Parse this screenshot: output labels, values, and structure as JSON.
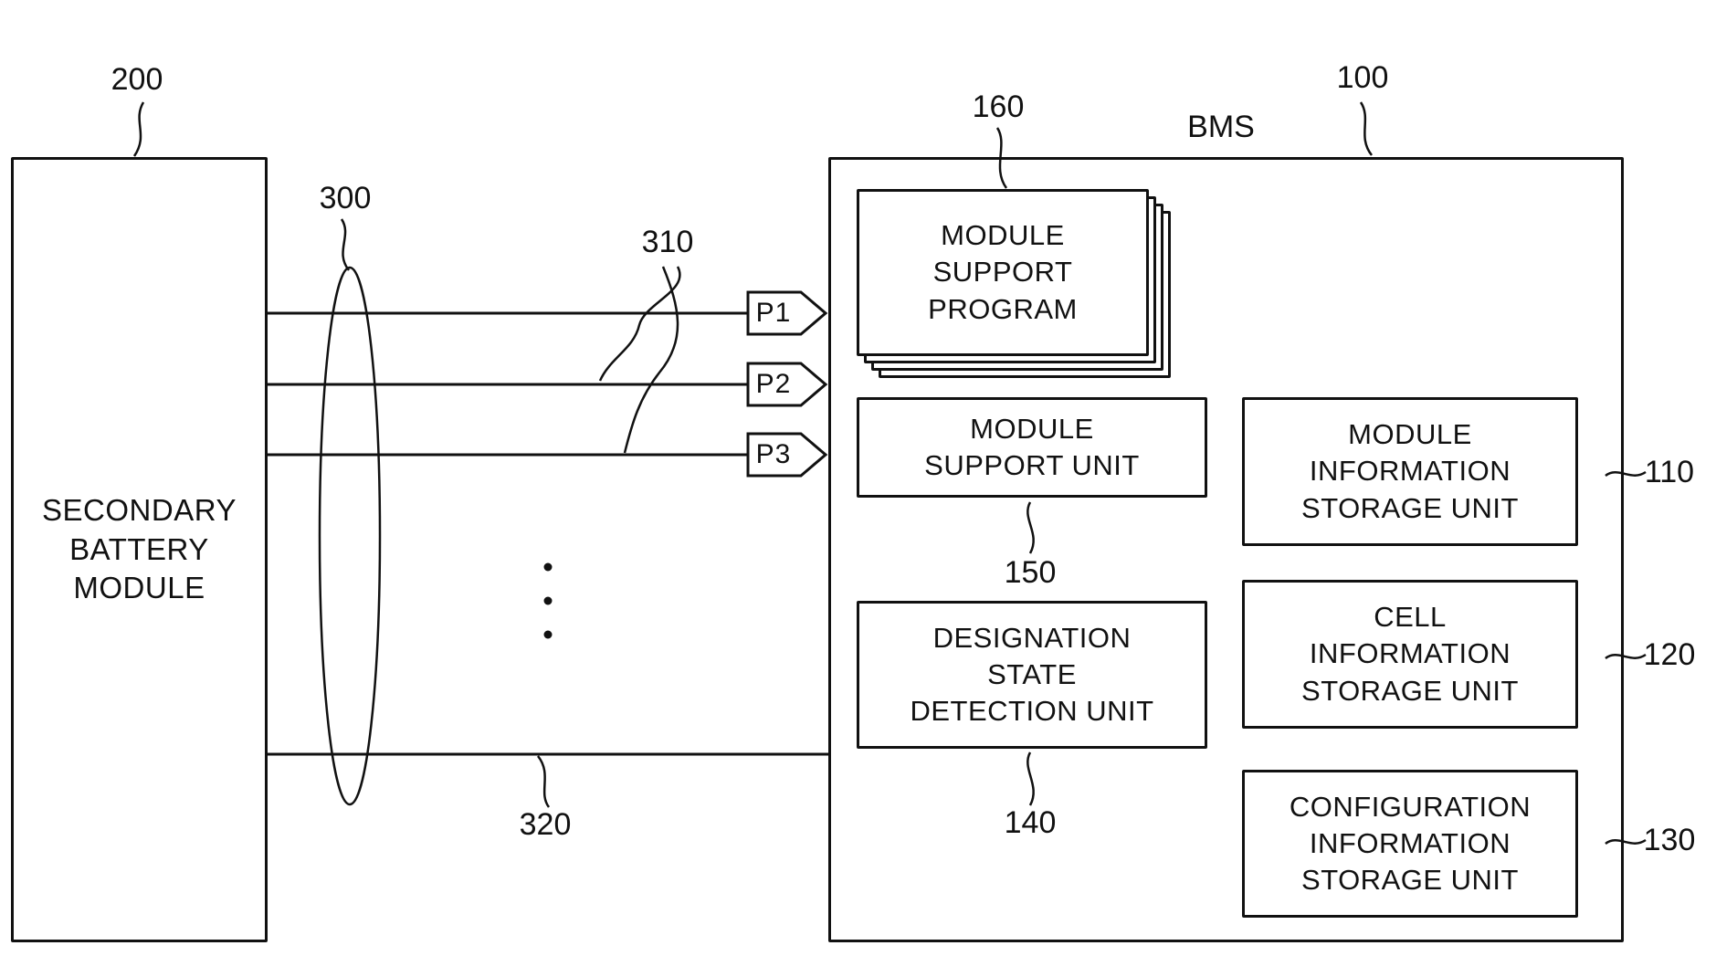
{
  "diagram": {
    "battery": {
      "label": "SECONDARY\nBATTERY\nMODULE",
      "ref": "200"
    },
    "bundle": {
      "ref": "300"
    },
    "wires": {
      "ref": "310"
    },
    "bottom_wire": {
      "ref": "320"
    },
    "ports": [
      {
        "label": "P1"
      },
      {
        "label": "P2"
      },
      {
        "label": "P3"
      }
    ],
    "bms": {
      "title": "BMS",
      "ref": "100",
      "program": {
        "label": "MODULE\nSUPPORT\nPROGRAM",
        "ref": "160"
      },
      "support_unit": {
        "label": "MODULE\nSUPPORT UNIT",
        "ref": "150"
      },
      "designation_unit": {
        "label": "DESIGNATION\nSTATE\nDETECTION UNIT",
        "ref": "140"
      },
      "module_storage": {
        "label": "MODULE\nINFORMATION\nSTORAGE UNIT",
        "ref": "110"
      },
      "cell_storage": {
        "label": "CELL\nINFORMATION\nSTORAGE UNIT",
        "ref": "120"
      },
      "config_storage": {
        "label": "CONFIGURATION\nINFORMATION\nSTORAGE UNIT",
        "ref": "130"
      }
    }
  }
}
